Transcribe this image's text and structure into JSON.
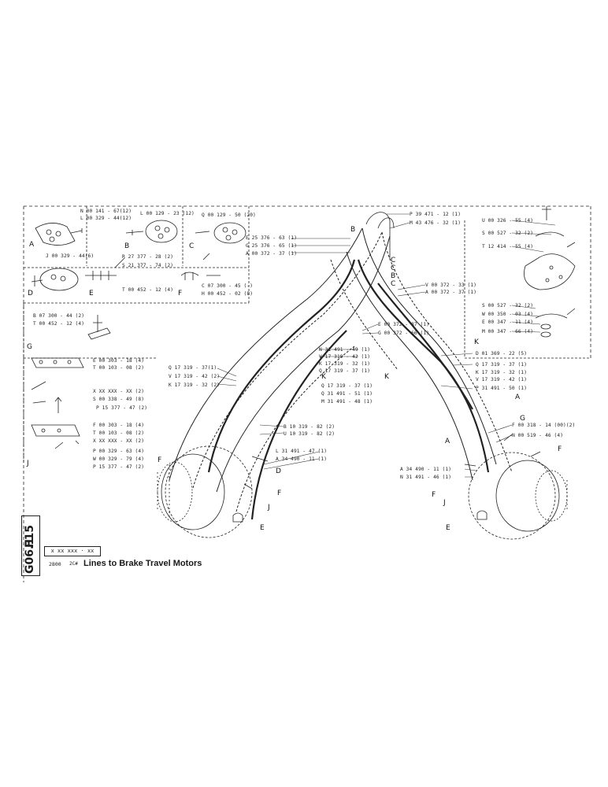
{
  "sheet": {
    "title": "Lines to Brake Travel Motors",
    "side_code_1": "F15",
    "side_code_2": "G06.1",
    "code_box": "x xx  xxx · xx",
    "year": "2800",
    "prefix": "2C#"
  },
  "inset_A": {
    "letter": "A",
    "lines": [
      "N 00 141 - 67(12)",
      "L 00 329 - 44(12)"
    ]
  },
  "inset_B": {
    "letter": "B",
    "lines": [
      "L 00 129 - 23 (12)"
    ]
  },
  "inset_C": {
    "letter": "C",
    "lines": [
      "Q 00 129 - 50 (20)"
    ]
  },
  "inset_D": {
    "letter": "D",
    "lines": [
      "J 00 329 - 44(6)"
    ]
  },
  "inset_E": {
    "letter": "E",
    "lines": [
      "R 27 377 - 28 (2)",
      "S 21 377 - 74 (2)",
      "T 00 452 - 12 (4)"
    ]
  },
  "inset_F": {
    "letter": "F",
    "lines": [
      "C 07 300 - 45 (-)",
      "H 00 452 - 02 (8)"
    ]
  },
  "inset_G": {
    "letter": "G",
    "lines": [
      "B 07 300 - 44 (2)",
      "T 00 452 - 12 (4)"
    ]
  },
  "inset_J": {
    "letter": "J",
    "lines": [
      "E 00 303 - 18 (4)",
      "T 00 103 - 08 (2)",
      "X XX XXX - XX (2)",
      "S 00 338 - 49 (8)",
      "P 15 377 - 47 (2)",
      "F 00 303 - 18 (4)",
      "T 00 103 - 08 (2)",
      "X XX XXX - XX (2)",
      "P 00 329 - 63 (4)",
      "W 00 329 - 79 (4)",
      "P 15 377 - 47 (2)"
    ]
  },
  "left_labels": [
    "Q 17 319 - 37(1)",
    "V 17 319 - 42 (2)",
    "K 17 319 - 32 (2)"
  ],
  "top_left_labels": [
    "E 25 376 - 63 (1)",
    "G 25 376 - 65 (1)",
    "A 00 372 - 37 (1)"
  ],
  "top_right_labels": [
    "P 39 471 - 12 (1)",
    "M 43 476 - 32 (1)"
  ],
  "mid_labels": [
    "V 00 372 - 33 (1)",
    "A 00 372 - 37 (1)"
  ],
  "mid2_labels": [
    "E 00 372 - 87 (1)",
    "G 00 372 - 66 (1)"
  ],
  "center_labels": [
    "N 31 491 - 49 (1)",
    "V 17 319 - 42 (1)",
    "K 17 319 - 32 (1)",
    "Q 17 319 - 37 (1)"
  ],
  "center2_labels": [
    "Q 17 319 - 37 (1)",
    "Q 31 491 - 51 (1)",
    "M 31 491 - 48 (1)"
  ],
  "center3_labels": [
    "B 10 319 - 82 (2)",
    "U 10 319 - 82 (2)"
  ],
  "center4_labels": [
    "L 31 491 - 47 (1)",
    "A 34 490 - 11 (1)"
  ],
  "right_top_labels": [
    "U 00 326 - 55 (4)",
    "S 00 527 - 32 (2)",
    "T 12 414 - 55 (4)"
  ],
  "right_bottom_labels": [
    "S 00 527 - 32 (2)",
    "W 00 350 - 03 (4)",
    "E 00 347 - 11 (4)",
    "M 00 347 - 66 (4)"
  ],
  "right_mid_labels": [
    "D 01 369 - 22 (5)",
    "Q 17 319 - 37 (1)",
    "K 17 319 - 32 (1)",
    "V 17 319 - 42 (1)",
    "P 31 491 - 50 (1)"
  ],
  "right_low_labels": [
    "F 00 318 - 14 (00)(2)",
    "N 00 519 - 46 (4)"
  ],
  "right_bot_labels": [
    "A 34 490 - 11 (1)",
    "N 31 491 - 46 (1)"
  ],
  "callouts": [
    "A",
    "B",
    "C",
    "D",
    "E",
    "F",
    "G",
    "J",
    "K"
  ]
}
